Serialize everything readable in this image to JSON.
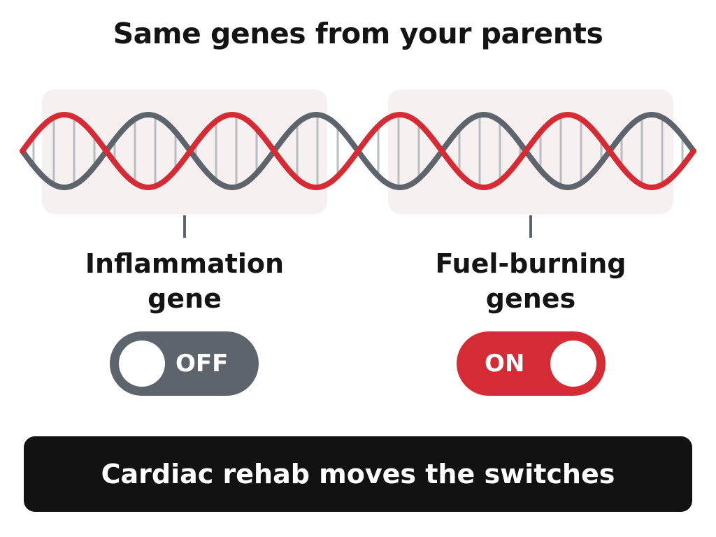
{
  "title": "Same genes from your parents",
  "genes": {
    "left": {
      "label_line1": "Inflammation",
      "label_line2": "gene",
      "switch_state": "OFF"
    },
    "right": {
      "label_line1": "Fuel-burning",
      "label_line2": "genes",
      "switch_state": "ON"
    }
  },
  "banner": "Cardiac rehab moves the switches",
  "colors": {
    "strand_red": "#d52b35",
    "strand_gray": "#5d646b",
    "rung": "#b9bcc0",
    "highlight": "#f7f0f0",
    "banner_bg": "#121212"
  }
}
